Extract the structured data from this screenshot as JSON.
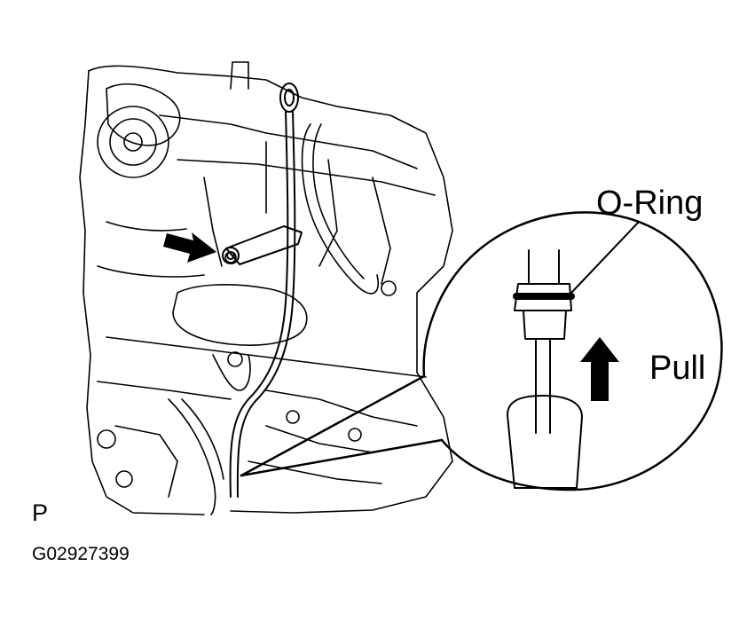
{
  "labels": {
    "o_ring": "O-Ring",
    "pull": "Pull",
    "view": "P",
    "figure_code": "G02927399"
  },
  "icons": {
    "pointer_arrow": "arrow-right-down-icon",
    "pull_direction": "arrow-up-icon"
  },
  "colors": {
    "line": "#000000",
    "background": "#ffffff"
  }
}
